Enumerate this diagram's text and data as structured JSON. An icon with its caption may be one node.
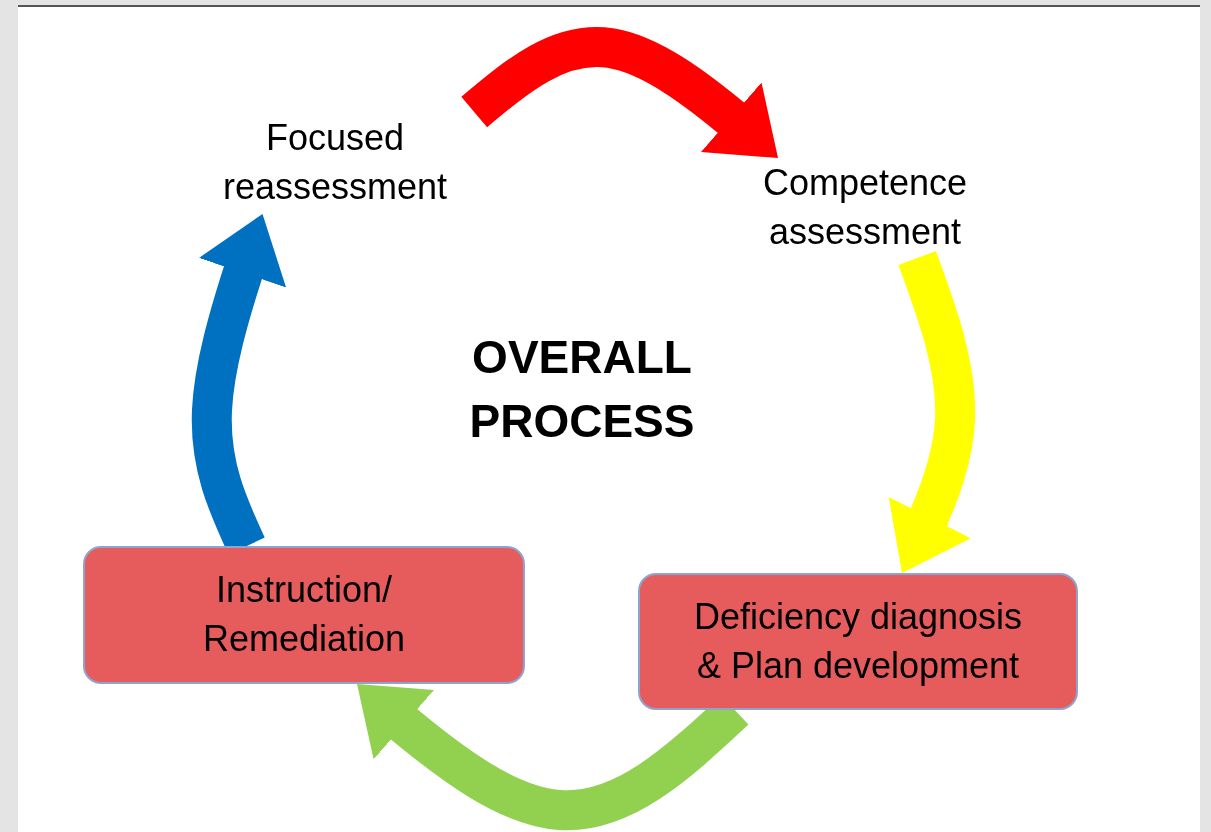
{
  "diagram": {
    "nodes": [
      {
        "text": [
          "Focused reassessment"
        ]
      },
      {
        "text": [
          "Competence assessment"
        ]
      },
      {
        "text": [
          "Deficiency diagnosis & Plan development"
        ]
      },
      {
        "text": [
          "Instruction/ Remediation"
        ]
      }
    ],
    "edges": [
      {
        "from": 0,
        "to": 1,
        "arrow": "to",
        "color": "#ff0000"
      },
      {
        "from": 1,
        "to": 2,
        "arrow": "to",
        "color": "#ffff00"
      },
      {
        "from": 2,
        "to": 3,
        "arrow": "to",
        "color": "#92d050"
      },
      {
        "from": 3,
        "to": 0,
        "arrow": "to",
        "color": "#0070c0"
      }
    ],
    "labels": [
      "OVERALL PROCESS"
    ]
  }
}
